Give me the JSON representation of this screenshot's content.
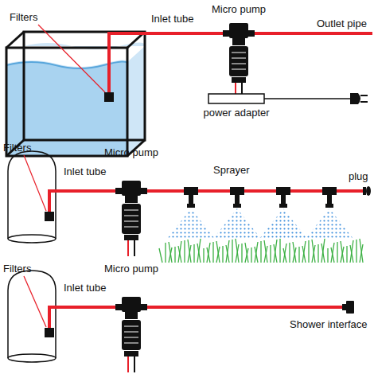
{
  "diagram": {
    "labels": [
      "Filters",
      "Inlet tube",
      "Micro pump",
      "Outlet pipe",
      "power adapter",
      "Filters",
      "Micro pump",
      "Inlet tube",
      "Sprayer",
      "plug",
      "Filters",
      "Micro pump",
      "Inlet tube",
      "Shower interface"
    ]
  }
}
